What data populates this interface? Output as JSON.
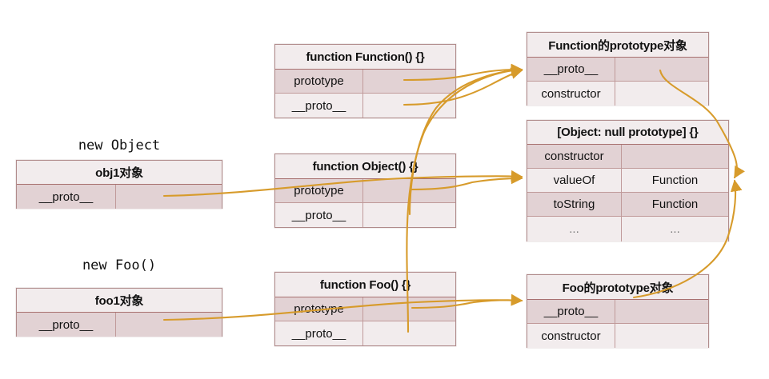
{
  "diagram": {
    "title": "JavaScript prototype chain diagram",
    "accent_color": "#d79b2b",
    "border_color": "#b08b8b",
    "row_dark": "#e2d2d4",
    "row_light": "#f2eced"
  },
  "captions": {
    "new_object": "new Object",
    "new_foo": "new Foo()"
  },
  "boxes": {
    "obj1": {
      "title": "obj1对象",
      "rows": [
        {
          "key": "__proto__",
          "value": ""
        }
      ]
    },
    "foo1": {
      "title": "foo1对象",
      "rows": [
        {
          "key": "__proto__",
          "value": ""
        }
      ]
    },
    "function_ctor": {
      "title": "function Function() {}",
      "rows": [
        {
          "key": "prototype",
          "value": ""
        },
        {
          "key": "__proto__",
          "value": ""
        }
      ]
    },
    "object_ctor": {
      "title": "function Object() {}",
      "rows": [
        {
          "key": "prototype",
          "value": ""
        },
        {
          "key": "__proto__",
          "value": ""
        }
      ]
    },
    "foo_ctor": {
      "title": "function Foo() {}",
      "rows": [
        {
          "key": "prototype",
          "value": ""
        },
        {
          "key": "__proto__",
          "value": ""
        }
      ]
    },
    "function_prototype": {
      "title": "Function的prototype对象",
      "rows": [
        {
          "key": "__proto__",
          "value": ""
        },
        {
          "key": "constructor",
          "value": ""
        }
      ]
    },
    "object_null_prototype": {
      "title": "[Object: null prototype] {}",
      "rows": [
        {
          "key": "constructor",
          "value": ""
        },
        {
          "key": "valueOf",
          "value": "Function"
        },
        {
          "key": "toString",
          "value": "Function"
        },
        {
          "key": "...",
          "value": "..."
        }
      ]
    },
    "foo_prototype": {
      "title": "Foo的prototype对象",
      "rows": [
        {
          "key": "__proto__",
          "value": ""
        },
        {
          "key": "constructor",
          "value": ""
        }
      ]
    }
  }
}
